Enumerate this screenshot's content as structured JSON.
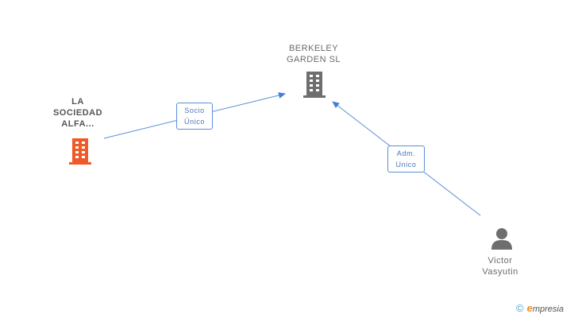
{
  "nodes": {
    "berkeley": {
      "line1": "BERKELEY",
      "line2": "GARDEN SL",
      "icon": "building-icon",
      "color": "#6e6e6e"
    },
    "la_sociedad": {
      "line1": "LA",
      "line2": "SOCIEDAD",
      "line3": "ALFA...",
      "icon": "building-icon",
      "color": "#f05a28"
    },
    "victor": {
      "line1": "Victor",
      "line2": "Vasyutin",
      "icon": "person-icon",
      "color": "#6e6e6e"
    }
  },
  "edges": {
    "socio": {
      "line1": "Socio",
      "line2": "Único"
    },
    "adm": {
      "line1": "Adm.",
      "line2": "Unico"
    }
  },
  "edge_color": "#5b8fd6",
  "brand": {
    "copyright": "©",
    "e": "e",
    "rest": "mpresia"
  }
}
